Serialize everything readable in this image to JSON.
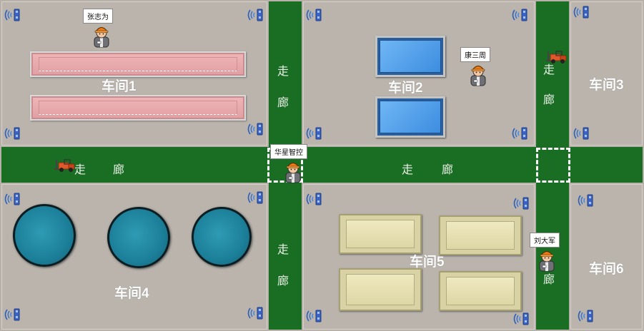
{
  "workshops": [
    {
      "id": "ws1",
      "label": "车间1"
    },
    {
      "id": "ws2",
      "label": "车间2"
    },
    {
      "id": "ws3",
      "label": "车间3"
    },
    {
      "id": "ws4",
      "label": "车间4"
    },
    {
      "id": "ws5",
      "label": "车间5"
    },
    {
      "id": "ws6",
      "label": "车间6"
    }
  ],
  "corridor": {
    "char_1": "走",
    "char_2": "廊"
  },
  "workers": [
    {
      "name": "张志为"
    },
    {
      "name": "康三周"
    },
    {
      "name": "华星智控"
    },
    {
      "name": "刘大军"
    }
  ],
  "colors": {
    "corridor": "#1a6e24",
    "floor": "#bab4ac",
    "label": "#ffffff",
    "sensor_wave": "#2d5fb6",
    "forklift": "#e2572a",
    "helmet": "#f07a13"
  },
  "icons": {
    "worker": "worker-icon",
    "sensor": "wireless-sensor-icon",
    "forklift": "forklift-icon"
  }
}
